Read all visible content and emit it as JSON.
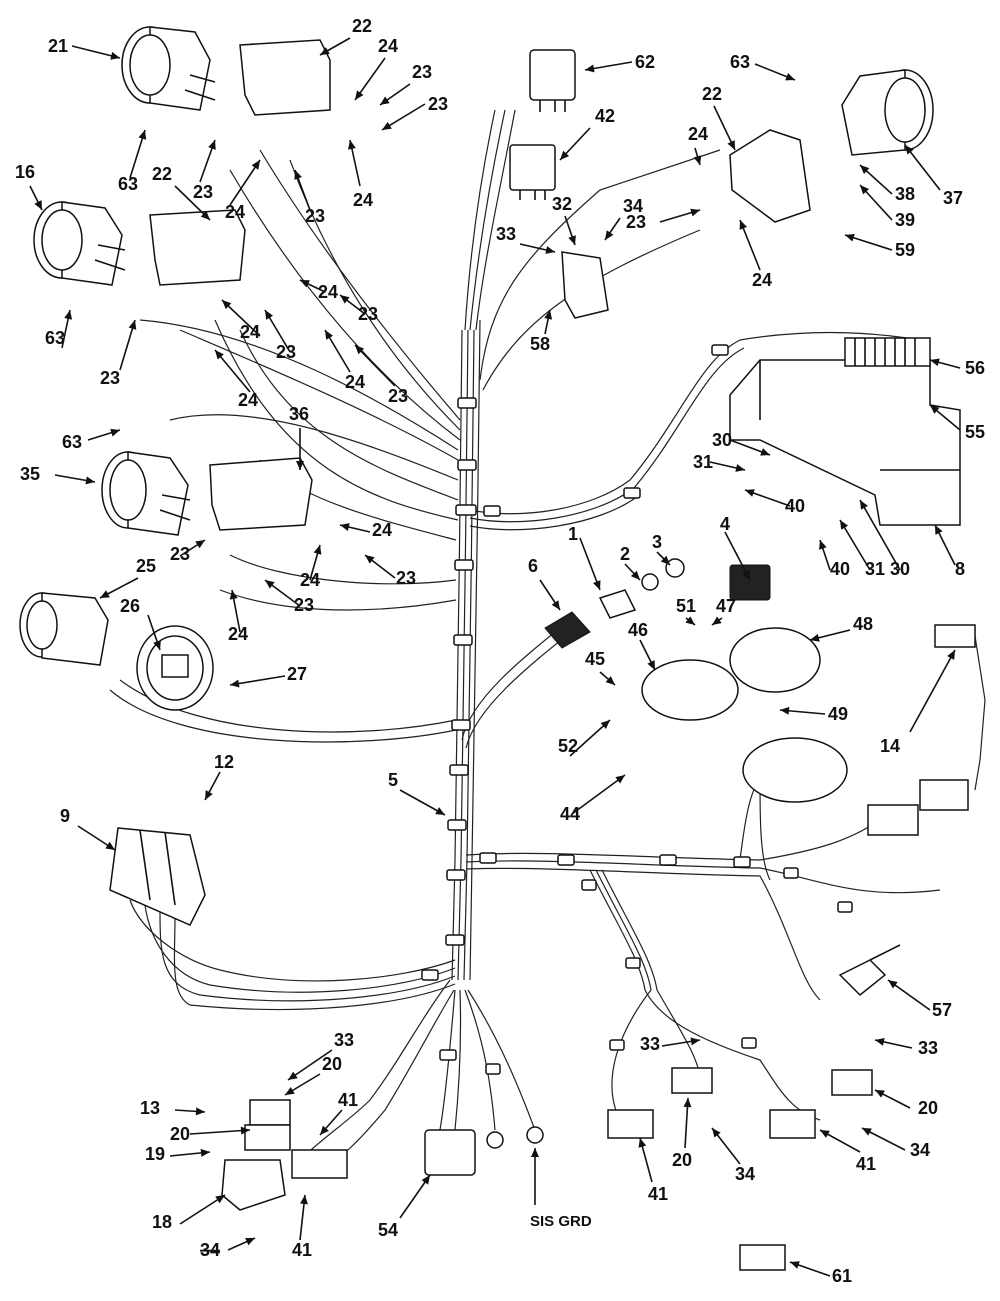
{
  "diagram": {
    "callouts": [
      {
        "id": "c21a",
        "text": "21"
      },
      {
        "id": "c22a",
        "text": "22"
      },
      {
        "id": "c24a",
        "text": "24"
      },
      {
        "id": "c23a",
        "text": "23"
      },
      {
        "id": "c23b",
        "text": "23"
      },
      {
        "id": "c24b",
        "text": "24"
      },
      {
        "id": "c23c",
        "text": "23"
      },
      {
        "id": "c63a",
        "text": "63"
      },
      {
        "id": "c23d",
        "text": "23"
      },
      {
        "id": "c24c",
        "text": "24"
      },
      {
        "id": "c22b",
        "text": "22"
      },
      {
        "id": "c16",
        "text": "16"
      },
      {
        "id": "c62",
        "text": "62"
      },
      {
        "id": "c42",
        "text": "42"
      },
      {
        "id": "c63b",
        "text": "63"
      },
      {
        "id": "c22c",
        "text": "22"
      },
      {
        "id": "c24d",
        "text": "24"
      },
      {
        "id": "c37",
        "text": "37"
      },
      {
        "id": "c38",
        "text": "38"
      },
      {
        "id": "c39",
        "text": "39"
      },
      {
        "id": "c59",
        "text": "59"
      },
      {
        "id": "c23e",
        "text": "23"
      },
      {
        "id": "c24e",
        "text": "24"
      },
      {
        "id": "c33a",
        "text": "33"
      },
      {
        "id": "c32",
        "text": "32"
      },
      {
        "id": "c34a",
        "text": "34"
      },
      {
        "id": "c58",
        "text": "58"
      },
      {
        "id": "c63c",
        "text": "63"
      },
      {
        "id": "c23f",
        "text": "23"
      },
      {
        "id": "c24f",
        "text": "24"
      },
      {
        "id": "c24g",
        "text": "24"
      },
      {
        "id": "c23g",
        "text": "23"
      },
      {
        "id": "c24h",
        "text": "24"
      },
      {
        "id": "c23h",
        "text": "23"
      },
      {
        "id": "c24i",
        "text": "24"
      },
      {
        "id": "c23i",
        "text": "23"
      },
      {
        "id": "c56",
        "text": "56"
      },
      {
        "id": "c55",
        "text": "55"
      },
      {
        "id": "c30a",
        "text": "30"
      },
      {
        "id": "c31a",
        "text": "31"
      },
      {
        "id": "c40a",
        "text": "40"
      },
      {
        "id": "c40b",
        "text": "40"
      },
      {
        "id": "c31b",
        "text": "31"
      },
      {
        "id": "c30b",
        "text": "30"
      },
      {
        "id": "c8",
        "text": "8"
      },
      {
        "id": "c63d",
        "text": "63"
      },
      {
        "id": "c36",
        "text": "36"
      },
      {
        "id": "c35",
        "text": "35"
      },
      {
        "id": "c24j",
        "text": "24"
      },
      {
        "id": "c24k",
        "text": "24"
      },
      {
        "id": "c23j",
        "text": "23"
      },
      {
        "id": "c23k",
        "text": "23"
      },
      {
        "id": "c24l",
        "text": "24"
      },
      {
        "id": "c23l",
        "text": "23"
      },
      {
        "id": "c25",
        "text": "25"
      },
      {
        "id": "c26",
        "text": "26"
      },
      {
        "id": "c27",
        "text": "27"
      },
      {
        "id": "c1",
        "text": "1"
      },
      {
        "id": "c2",
        "text": "2"
      },
      {
        "id": "c3",
        "text": "3"
      },
      {
        "id": "c4",
        "text": "4"
      },
      {
        "id": "c6",
        "text": "6"
      },
      {
        "id": "c51",
        "text": "51"
      },
      {
        "id": "c47",
        "text": "47"
      },
      {
        "id": "c48",
        "text": "48"
      },
      {
        "id": "c46",
        "text": "46"
      },
      {
        "id": "c45",
        "text": "45"
      },
      {
        "id": "c49",
        "text": "49"
      },
      {
        "id": "c52",
        "text": "52"
      },
      {
        "id": "c44",
        "text": "44"
      },
      {
        "id": "c14",
        "text": "14"
      },
      {
        "id": "c12",
        "text": "12"
      },
      {
        "id": "c5",
        "text": "5"
      },
      {
        "id": "c9",
        "text": "9"
      },
      {
        "id": "c57",
        "text": "57"
      },
      {
        "id": "c33b",
        "text": "33"
      },
      {
        "id": "c20a",
        "text": "20"
      },
      {
        "id": "c41a",
        "text": "41"
      },
      {
        "id": "c13",
        "text": "13"
      },
      {
        "id": "c20b",
        "text": "20"
      },
      {
        "id": "c19",
        "text": "19"
      },
      {
        "id": "c18",
        "text": "18"
      },
      {
        "id": "c34b",
        "text": "34"
      },
      {
        "id": "c41b",
        "text": "41"
      },
      {
        "id": "c54",
        "text": "54"
      },
      {
        "id": "c33c",
        "text": "33"
      },
      {
        "id": "c20c",
        "text": "20"
      },
      {
        "id": "c34c",
        "text": "34"
      },
      {
        "id": "c41c",
        "text": "41"
      },
      {
        "id": "c33d",
        "text": "33"
      },
      {
        "id": "c20d",
        "text": "20"
      },
      {
        "id": "c34d",
        "text": "34"
      },
      {
        "id": "c41d",
        "text": "41"
      },
      {
        "id": "c61",
        "text": "61"
      }
    ],
    "ground_label": "SIS GRD"
  },
  "colors": {
    "ink": "#111111",
    "background": "#ffffff"
  }
}
